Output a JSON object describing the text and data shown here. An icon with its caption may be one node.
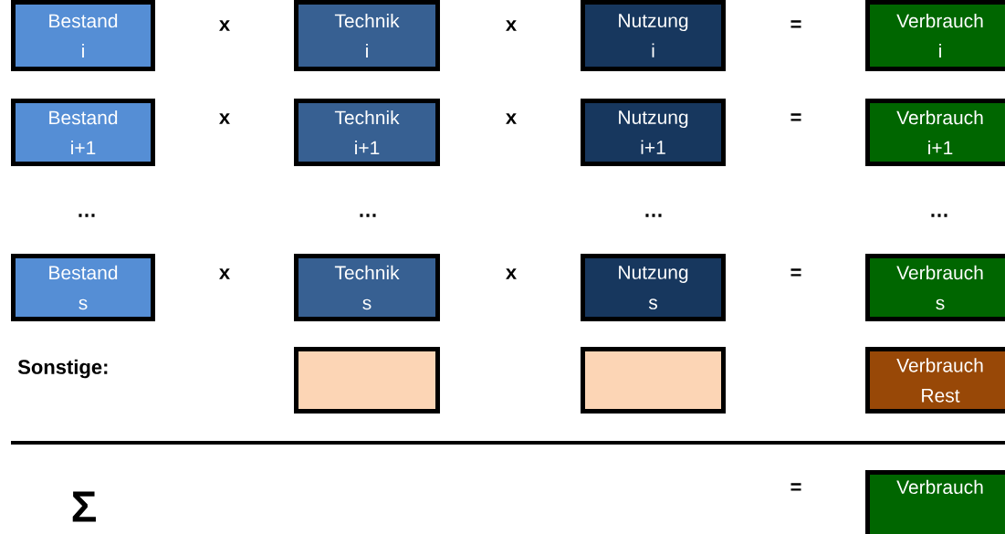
{
  "diagram": {
    "nodes": [
      {
        "text": [
          "Bestand",
          "i"
        ]
      },
      {
        "text": [
          "Technik",
          "i"
        ]
      },
      {
        "text": [
          "Nutzung",
          "i"
        ]
      },
      {
        "text": [
          "Verbrauch",
          "i"
        ]
      },
      {
        "text": [
          "Bestand",
          "i+1"
        ]
      },
      {
        "text": [
          "Technik",
          "i+1"
        ]
      },
      {
        "text": [
          "Nutzung",
          "i+1"
        ]
      },
      {
        "text": [
          "Verbrauch",
          "i+1"
        ]
      },
      {
        "text": [
          "Bestand",
          "s"
        ]
      },
      {
        "text": [
          "Technik",
          "s"
        ]
      },
      {
        "text": [
          "Nutzung",
          "s"
        ]
      },
      {
        "text": [
          "Verbrauch",
          "s"
        ]
      },
      {
        "text": [],
        "shape": "box"
      },
      {
        "text": [],
        "shape": "box"
      },
      {
        "text": [
          "Verbrauch",
          "Rest"
        ]
      },
      {
        "text": [
          "Verbrauch"
        ]
      }
    ],
    "labels": [
      "x",
      "x",
      "=",
      "x",
      "x",
      "=",
      "…",
      "…",
      "…",
      "…",
      "x",
      "x",
      "=",
      "Sonstige:",
      "=",
      "Σ"
    ]
  }
}
